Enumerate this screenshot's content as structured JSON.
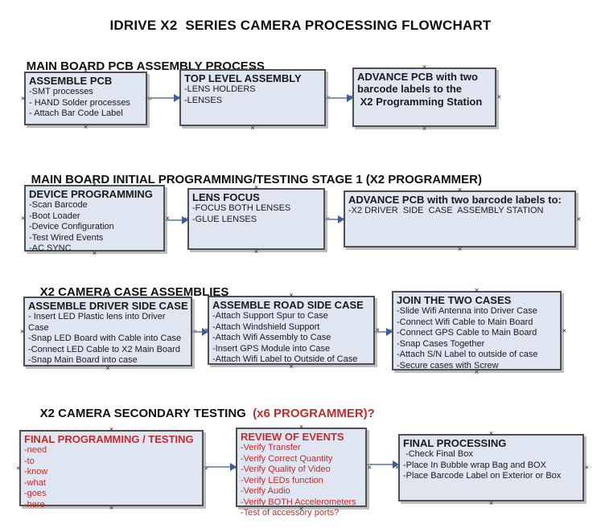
{
  "title": "IDRIVE X2  SERIES CAMERA PROCESSING FLOWCHART",
  "connection_handle_icon": "×",
  "colors": {
    "box_fill": "#dfe6f1",
    "box_border": "#4f4f4f",
    "arrow_line": "#8496b4",
    "arrow_head": "#3f5d9e",
    "red_text": "#C42B2B",
    "black_text": "#111111"
  },
  "sections": [
    {
      "heading": "MAIN BOARD PCB ASSEMBLY PROCESS",
      "boxes": [
        {
          "title": "ASSEMBLE PCB",
          "lines": [
            "-SMT processes",
            "- HAND Solder processes",
            "- Attach Bar Code Label"
          ]
        },
        {
          "title": "TOP LEVEL ASSEMBLY",
          "lines": [
            "-LENS HOLDERS",
            "-LENSES"
          ]
        },
        {
          "title": "ADVANCE PCB with two",
          "lines": [
            "barcode labels to the",
            " X2 Programming Station"
          ]
        }
      ]
    },
    {
      "heading": "MAIN BOARD INITIAL PROGRAMMING/TESTING STAGE 1 (X2 PROGRAMMER)",
      "boxes": [
        {
          "title": "DEVICE PROGRAMMING",
          "lines": [
            "-Scan Barcode",
            "-Boot Loader",
            "-Device Configuration",
            "-Test Wired Events",
            "-AC SYNC"
          ]
        },
        {
          "title": "LENS FOCUS",
          "lines": [
            "-FOCUS BOTH LENSES",
            "-GLUE LENSES"
          ]
        },
        {
          "title": "ADVANCE PCB with two barcode labels to:",
          "lines": [
            "-X2 DRIVER  SIDE  CASE  ASSEMBLY STATION"
          ]
        }
      ]
    },
    {
      "heading": "X2 CAMERA CASE ASSEMBLIES",
      "boxes": [
        {
          "title": "ASSEMBLE DRIVER SIDE CASE",
          "lines": [
            "- Insert LED Plastic lens into Driver Case",
            "-Snap LED Board with Cable into Case",
            "-Connect LED Cable to X2 Main Board",
            "-Snap Main Board into case"
          ]
        },
        {
          "title": "ASSEMBLE ROAD SIDE CASE",
          "lines": [
            "-Attach Support Spur to Case",
            "-Attach Windshield Support",
            "-Attach Wifi Assembly to Case",
            "-Insert GPS Module into Case",
            "-Attach Wifi Label to Outside of Case"
          ]
        },
        {
          "title": "JOIN THE TWO CASES",
          "lines": [
            "-Slide Wifi Antenna into Driver Case",
            "-Connect Wifi Cable to Main Board",
            "-Connect GPS Cable to Main Board",
            "-Snap Cases Together",
            "-Attach S/N Label to outside of case",
            "-Secure cases with Screw"
          ]
        }
      ]
    },
    {
      "heading": "X2 CAMERA SECONDARY TESTING",
      "heading_suffix": "  (x6 PROGRAMMER)?",
      "boxes": [
        {
          "title": "FINAL PROGRAMMING / TESTING",
          "lines": [
            "-need",
            "-to",
            "-know",
            "-what",
            "-goes",
            "-here"
          ]
        },
        {
          "title": "REVIEW OF EVENTS",
          "lines": [
            "-Verify Transfer",
            "-Verify Correct Quantity",
            "-Verify Quality of Video",
            "-Verify LEDs function",
            "-Verify Audio",
            "-Verify BOTH Accelerometers",
            "-Test of accessory ports?"
          ]
        },
        {
          "title": "FINAL PROCESSING",
          "lines": [
            " -Check Final Box",
            "-Place In Bubble wrap Bag and BOX",
            "-Place Barcode Label on Exterior or Box"
          ]
        }
      ]
    }
  ]
}
